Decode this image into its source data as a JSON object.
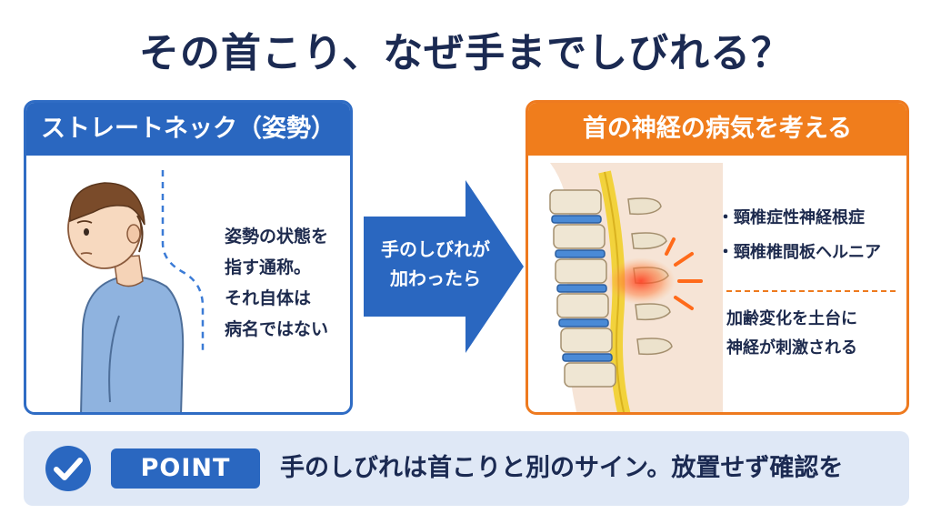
{
  "title": "その首こり、なぜ手までしびれる？",
  "left_panel": {
    "header": "ストレートネック（姿勢）",
    "lines": [
      "姿勢の状態を",
      "指す通称。",
      "それ自体は",
      "病名ではない"
    ]
  },
  "arrow": {
    "lines": [
      "手のしびれが",
      "加わったら"
    ]
  },
  "right_panel": {
    "header": "首の神経の病気を考える",
    "bullets": [
      "・頸椎症性神経根症",
      "・頸椎椎間板ヘルニア"
    ],
    "lines": [
      "加齢変化を土台に",
      "神経が刺激される"
    ]
  },
  "point": {
    "badge": "POINT",
    "text": "手のしびれは首こりと別のサイン。放置せず確認を"
  },
  "colors": {
    "navy": "#1b2a52",
    "blue": "#2a67c0",
    "orange": "#f07d1c",
    "point_bg": "#dfe8f6"
  }
}
